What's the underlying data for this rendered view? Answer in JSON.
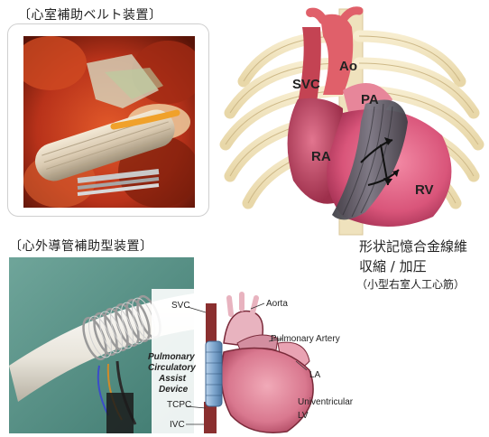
{
  "top_panel": {
    "title": "〔心室補助ベルト装置〕"
  },
  "bottom_panel": {
    "title": "〔心外導管補助型装置〕"
  },
  "heart_top": {
    "labels": {
      "svc": "SVC",
      "ao": "Ao",
      "pa": "PA",
      "ra": "RA",
      "rv": "RV"
    },
    "caption": {
      "line1": "形状記憶合金線維",
      "line2": "収縮 / 加圧",
      "line3": "（小型右室人工心筋）"
    }
  },
  "heart_bottom": {
    "labels": {
      "svc": "SVC",
      "aorta": "Aorta",
      "pulmonary_artery": "Pulmonary Artery",
      "la": "LA",
      "univentricular": "Univentricular",
      "lv": "LV",
      "tcpc": "TCPC",
      "ivc": "IVC"
    },
    "device_label": {
      "line1": "Pulmonary",
      "line2": "Circulatory",
      "line3": "Assist",
      "line4": "Device"
    }
  },
  "colors": {
    "heart_pink": "#e46a88",
    "heart_dark": "#b23a55",
    "aorta_red": "#d9514f",
    "rib_beige": "#f3e6bf",
    "belt_gray": "#5e5e66",
    "device_blue": "#7fa7cf",
    "vessel_dark": "#8a2f2f",
    "surgery_red": "#c23a1e"
  }
}
